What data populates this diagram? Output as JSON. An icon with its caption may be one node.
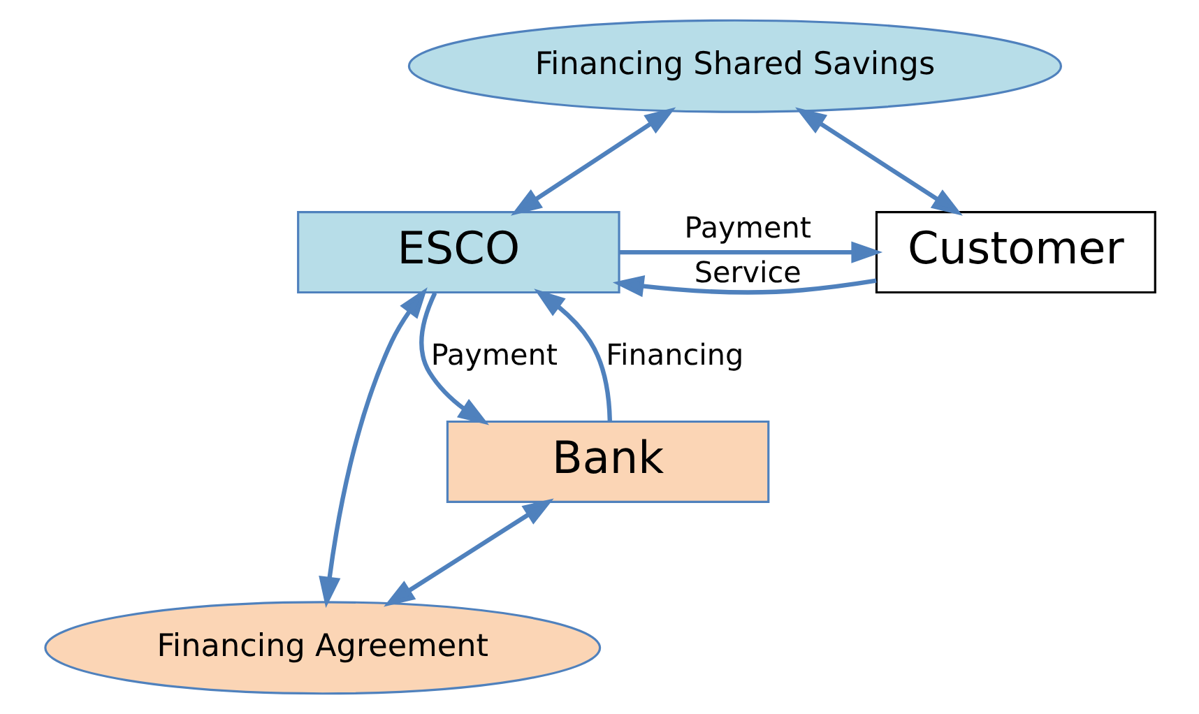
{
  "diagram": {
    "nodes": [
      {
        "text": [
          "Financing Shared Savings"
        ]
      },
      {
        "text": [
          "Customer"
        ]
      },
      {
        "text": [
          "ESCO"
        ]
      },
      {
        "text": [
          "Financing Agreement"
        ]
      },
      {
        "text": [
          "Bank"
        ]
      }
    ],
    "edges": [
      {
        "from": 1,
        "to": 0,
        "arrow": "both"
      },
      {
        "from": 0,
        "to": 2,
        "arrow": "both"
      },
      {
        "from": 2,
        "to": 1,
        "arrow": "to",
        "label": "Payment"
      },
      {
        "from": 1,
        "to": 2,
        "arrow": "to",
        "label": "Service"
      },
      {
        "from": 4,
        "to": 2,
        "arrow": "to",
        "label": "Financing"
      },
      {
        "from": 2,
        "to": 4,
        "arrow": "to",
        "label": "Payment"
      },
      {
        "from": 2,
        "to": 3,
        "arrow": "both"
      },
      {
        "from": 4,
        "to": 3,
        "arrow": "both"
      }
    ]
  }
}
